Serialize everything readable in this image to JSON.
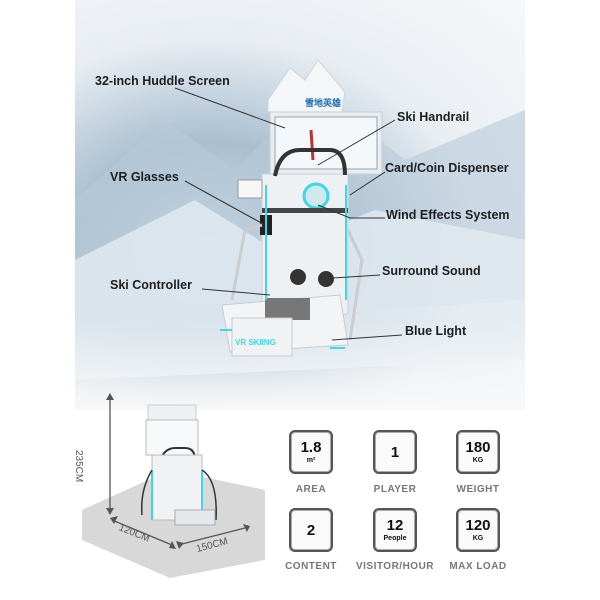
{
  "callouts": {
    "screen": "32-inch Huddle Screen",
    "handrail": "Ski Handrail",
    "dispenser": "Card/Coin Dispenser",
    "vr_glasses": "VR Glasses",
    "wind": "Wind Effects System",
    "sound": "Surround Sound",
    "controller": "Ski Controller",
    "blue_light": "Blue Light"
  },
  "machine": {
    "logo_text": "雪地英雄",
    "base_text": "VR SKIING"
  },
  "dimensions": {
    "height": "235CM",
    "depth": "120CM",
    "width": "150CM"
  },
  "specs": [
    {
      "value": "1.8",
      "unit": "m²",
      "label": "AREA"
    },
    {
      "value": "1",
      "unit": "",
      "label": "PLAYER"
    },
    {
      "value": "180",
      "unit": "KG",
      "label": "WEIGHT"
    },
    {
      "value": "2",
      "unit": "",
      "label": "CONTENT"
    },
    {
      "value": "12",
      "unit": "People",
      "label": "VISITOR/HOUR"
    },
    {
      "value": "120",
      "unit": "KG",
      "label": "MAX LOAD"
    }
  ],
  "colors": {
    "accent": "#3fd6e6",
    "text": "#1e1e1e",
    "label": "#777777"
  }
}
